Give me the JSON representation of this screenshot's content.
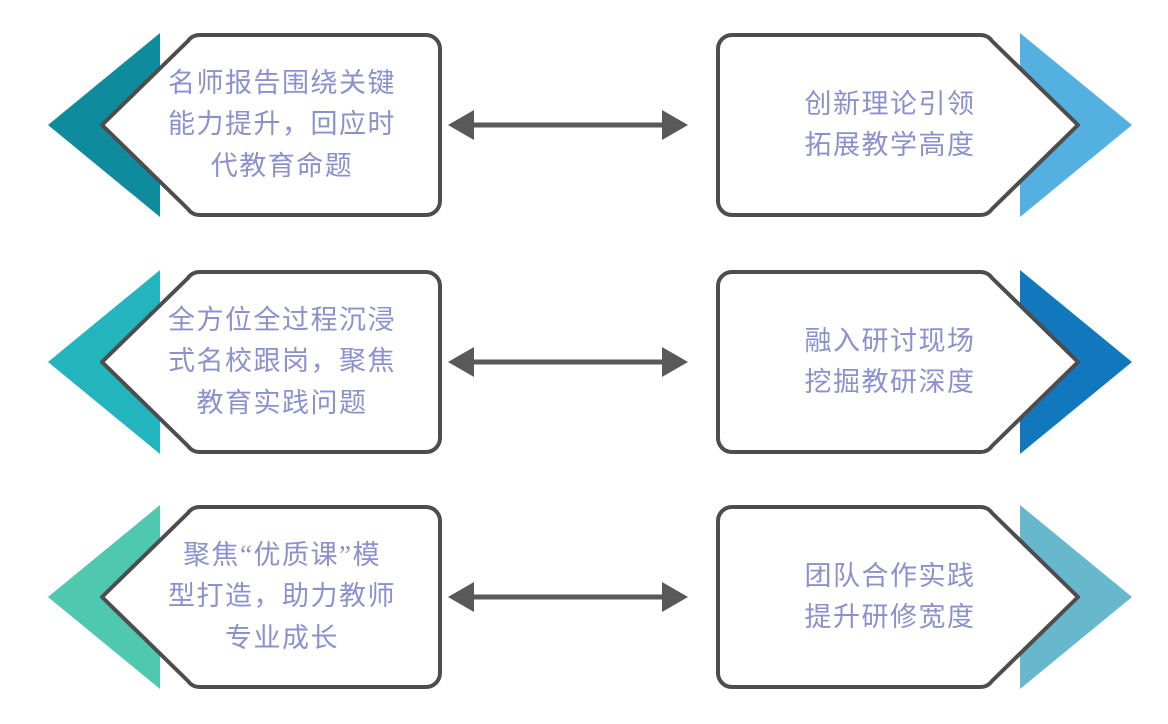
{
  "diagram": {
    "type": "paired-chevron-process",
    "background_color": "#ffffff",
    "text_color": "#8b91cc",
    "outline_color": "#4d4d4d",
    "connector_color": "#595959",
    "rows": [
      {
        "id": "row-1",
        "left": {
          "name": "famous-teacher-report",
          "accent_color": "#0f8b9e",
          "direction": "left-chevron",
          "lines": [
            "名师报告围绕关键",
            "能力提升，回应时",
            "代教育命题"
          ]
        },
        "connector": {
          "name": "bidirectional-arrow",
          "style": "double-headed"
        },
        "right": {
          "name": "innovative-theory-leading",
          "accent_color": "#54b0e0",
          "direction": "right-chevron",
          "lines": [
            "创新理论引领",
            "拓展教学高度"
          ]
        }
      },
      {
        "id": "row-2",
        "left": {
          "name": "immersive-school-attachment",
          "accent_color": "#23b5bd",
          "direction": "left-chevron",
          "lines": [
            "全方位全过程沉浸",
            "式名校跟岗，聚焦",
            "教育实践问题"
          ]
        },
        "connector": {
          "name": "bidirectional-arrow",
          "style": "double-headed"
        },
        "right": {
          "name": "join-seminar-site",
          "accent_color": "#1278be",
          "direction": "right-chevron",
          "lines": [
            "融入研讨现场",
            "挖掘教研深度"
          ]
        }
      },
      {
        "id": "row-3",
        "left": {
          "name": "quality-lesson-model",
          "accent_color": "#4ec8ae",
          "direction": "left-chevron",
          "lines": [
            "聚焦“优质课”模",
            "型打造，助力教师",
            "专业成长"
          ]
        },
        "connector": {
          "name": "bidirectional-arrow",
          "style": "double-headed"
        },
        "right": {
          "name": "team-collaboration-practice",
          "accent_color": "#68b8cd",
          "direction": "right-chevron",
          "lines": [
            "团队合作实践",
            "提升研修宽度"
          ]
        }
      }
    ]
  }
}
